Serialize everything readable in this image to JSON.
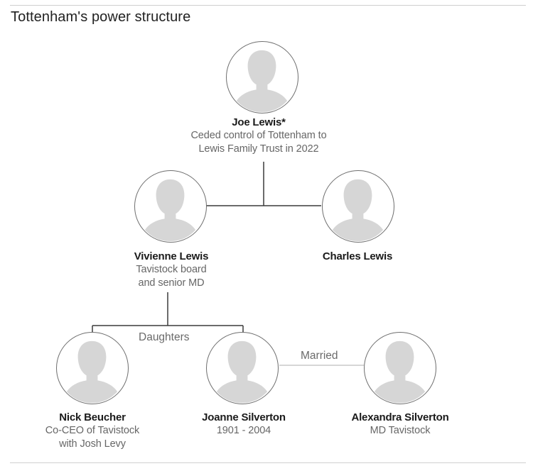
{
  "title": "Tottenham's power structure",
  "people": {
    "joe": {
      "name": "Joe Lewis*",
      "desc1": "Ceded control of Tottenham to",
      "desc2": "Lewis Family Trust in 2022"
    },
    "vivienne": {
      "name": "Vivienne Lewis",
      "desc1": "Tavistock board",
      "desc2": "and senior MD"
    },
    "charles": {
      "name": "Charles Lewis"
    },
    "nick": {
      "name": "Nick Beucher",
      "desc1": "Co-CEO of Tavistock",
      "desc2": "with Josh Levy"
    },
    "joanne": {
      "name": "Joanne Silverton",
      "desc1": "1901 - 2004"
    },
    "alexandra": {
      "name": "Alexandra Silverton",
      "desc1": "MD Tavistock"
    }
  },
  "relations": {
    "daughters": "Daughters",
    "married": "Married"
  },
  "colors": {
    "line": "#3a3a3a",
    "married_line": "#c8c8c8",
    "silhouette": "#d6d6d6",
    "avatar_border": "#6e6e6e"
  }
}
